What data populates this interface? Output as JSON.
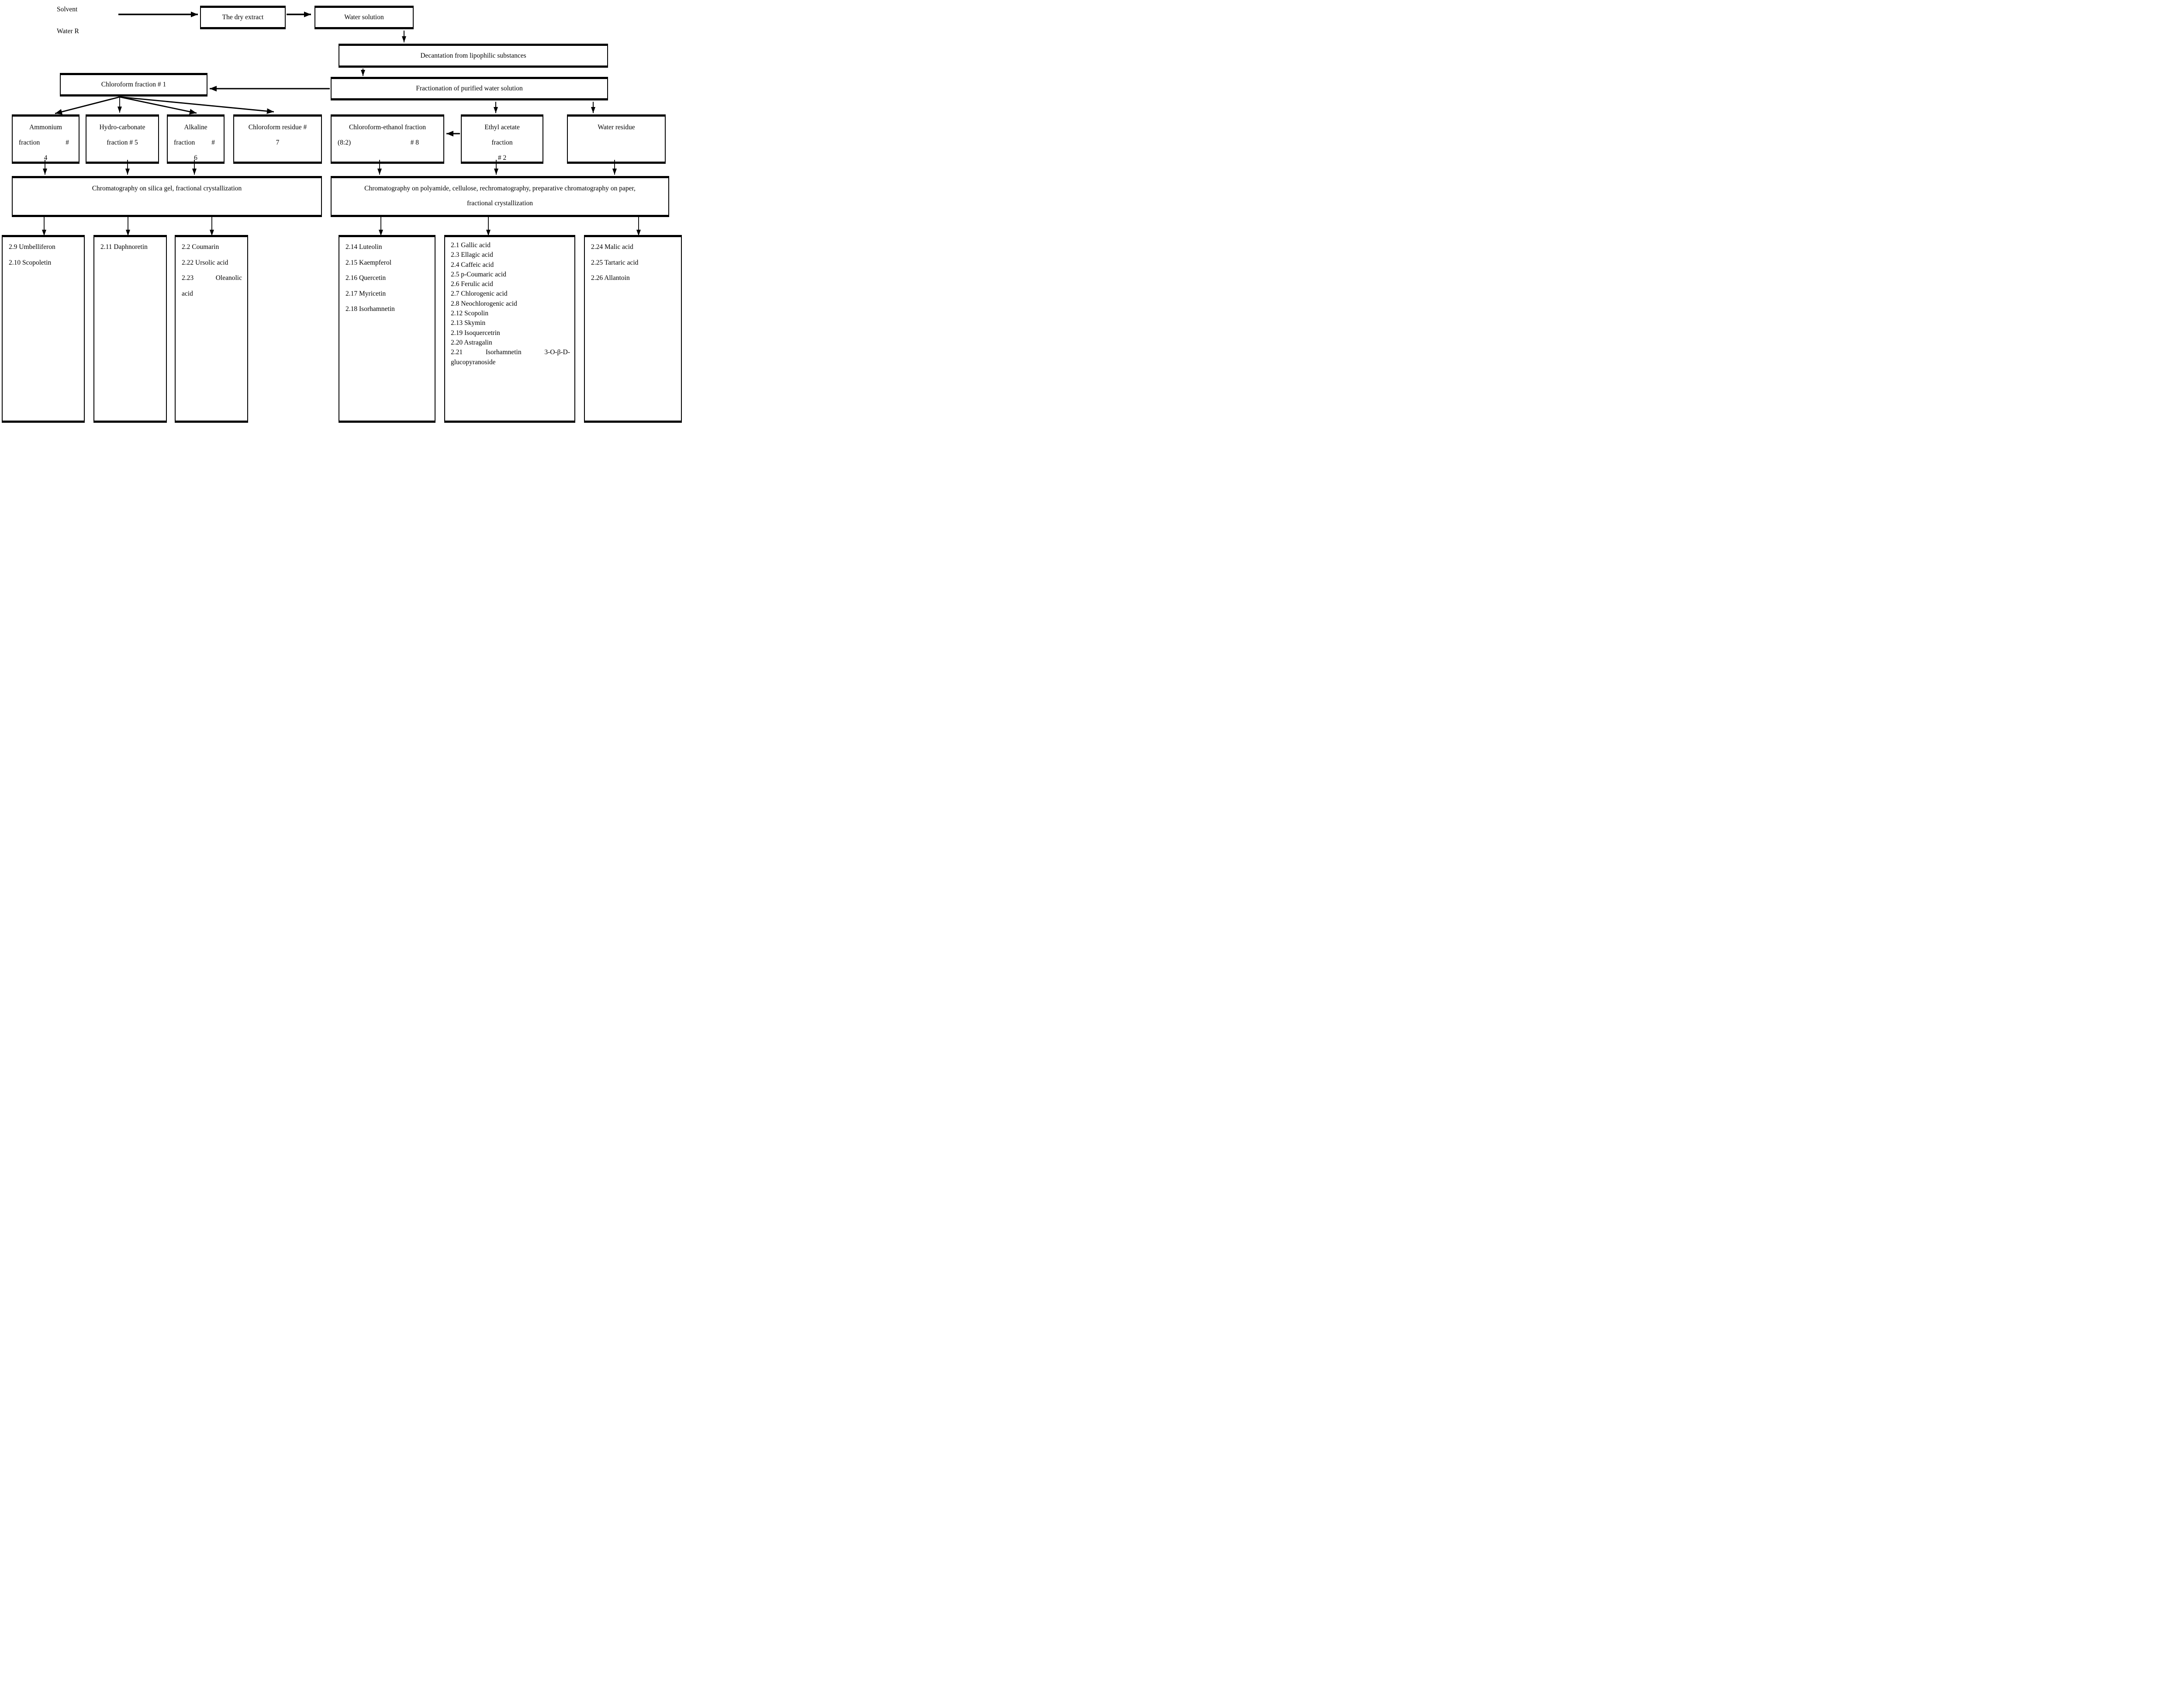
{
  "colors": {
    "ink": "#000000",
    "background": "#ffffff"
  },
  "labels": {
    "solvent": "Solvent",
    "water_r": "Water R"
  },
  "nodes": {
    "dry_extract": "The dry extract",
    "water_solution": "Water solution",
    "decantation": "Decantation from lipophilic substances",
    "fractionation": "Fractionation of purified water solution",
    "chloroform1": "Chloroform fraction # 1",
    "ammonium": {
      "line1": "Ammonium",
      "line2a": "fraction",
      "line2b": "#",
      "line3": "4"
    },
    "hydro": {
      "line1": "Hydro-carbonate",
      "line2": "fraction # 5"
    },
    "alkaline": {
      "line1": "Alkaline",
      "line2a": "fraction",
      "line2b": "#",
      "line3": "6"
    },
    "chloroform_residue": {
      "line1": "Chloroform residue #",
      "line2": "7"
    },
    "chloroform_ethanol": {
      "line1": "Chloroform-ethanol fraction",
      "line2a": "(8:2)",
      "line2b": "# 8"
    },
    "ethyl_acetate": {
      "line1": "Ethyl acetate",
      "line2": "fraction",
      "line3": "# 2"
    },
    "water_residue": "Water residue",
    "chrom_left": "Chromatography on silica gel, fractional crystallization",
    "chrom_right_line1": "Chromatography on polyamide, cellulose, rechromatography, preparative chromatography on paper,",
    "chrom_right_line2": "fractional crystallization"
  },
  "results": {
    "box1": [
      "2.9 Umbelliferon",
      "2.10 Scopoletin"
    ],
    "box2": [
      "2.11 Daphnoretin"
    ],
    "box3": {
      "items": [
        "2.2 Coumarin",
        "2.22 Ursolic acid"
      ],
      "just_a": "2.23",
      "just_b": "Oleanolic",
      "cont": "acid"
    },
    "box4": [
      "2.14 Luteolin",
      "2.15 Kaempferol",
      "2.16 Quercetin",
      "2.17 Myricetin",
      "2.18 Isorhamnetin"
    ],
    "box5": {
      "items": [
        "2.1 Gallic acid",
        "2.3 Ellagic acid",
        "2.4 Caffeic acid",
        "2.5 p-Coumaric acid",
        "2.6 Ferulic acid",
        "2.7 Chlorogenic acid",
        "2.8 Neochlorogenic acid",
        "2.12 Scopolin",
        "2.13 Skymin",
        "2.19 Isoquercetrin",
        "2.20 Astragalin"
      ],
      "just_a": "2.21",
      "just_b": "Isorhamnetin",
      "just_c": "3-O-β-D-",
      "cont": "glucopyranoside"
    },
    "box6": [
      "2.24 Malic acid",
      "2.25 Tartaric acid",
      "2.26 Allantoin"
    ]
  }
}
